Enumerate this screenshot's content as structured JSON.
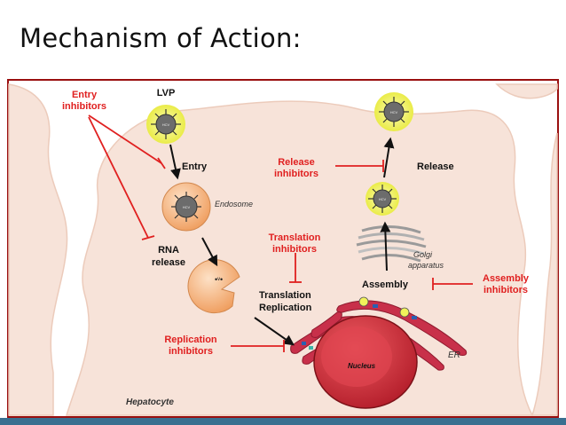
{
  "slide": {
    "title": "Mechanism of Action:"
  },
  "diagram": {
    "labels": {
      "lvp": "LVP",
      "entry": "Entry",
      "endosome": "Endosome",
      "rna_release_1": "RNA",
      "rna_release_2": "release",
      "translation_replication_1": "Translation",
      "translation_replication_2": "Replication",
      "release": "Release",
      "golgi_1": "Golgi",
      "golgi_2": "apparatus",
      "assembly": "Assembly",
      "er": "ER",
      "nucleus": "Nucleus",
      "hepatocyte": "Hepatocyte",
      "hcv": "HCV"
    },
    "inhibitors": {
      "entry_1": "Entry",
      "entry_2": "inhibitors",
      "release_1": "Release",
      "release_2": "inhibitors",
      "translation_1": "Translation",
      "translation_2": "inhibitors",
      "replication_1": "Replication",
      "replication_2": "inhibitors",
      "assembly_1": "Assembly",
      "assembly_2": "inhibitors"
    }
  },
  "colors": {
    "inhibitor_red": "#e02020",
    "cell_fill": "#f6e2d8",
    "frame_border": "#9a0f0f",
    "er_pink": "#c8304a",
    "nucleus_red": "#d8333f",
    "virus_yellow": "#f1f25a",
    "endosome_orange": "#f2a870",
    "bottom_bar": "#3a6f90"
  }
}
